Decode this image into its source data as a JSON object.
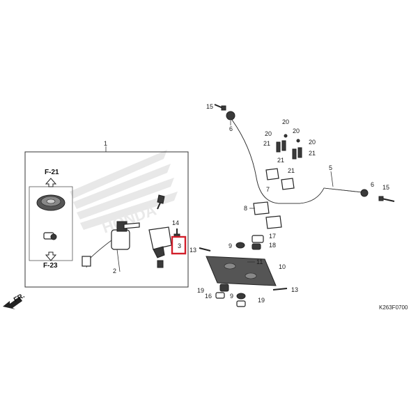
{
  "labels": {
    "l1": "1",
    "l2": "2",
    "l3": "3",
    "l14": "14",
    "l15a": "15",
    "l6a": "6",
    "l20a": "20",
    "l20b": "20",
    "l20c": "20",
    "l21a": "21",
    "l21b": "21",
    "l21c": "21",
    "l21d": "21",
    "l5": "5",
    "l6b": "6",
    "l15b": "15",
    "l7": "7",
    "l8": "8",
    "l9a": "9",
    "l17": "17",
    "l18": "18",
    "l13a": "13",
    "l11": "11",
    "l10": "10",
    "l19a": "19",
    "l16": "16",
    "l9b": "9",
    "l19b": "19",
    "l13b": "13"
  },
  "refs": {
    "f21": "F-21",
    "f23": "F-23",
    "fr": "FR."
  },
  "code": "K263F0700",
  "colors": {
    "highlight": "#d21f2b",
    "ink": "#222222",
    "watermark": "#d9d9d9"
  }
}
